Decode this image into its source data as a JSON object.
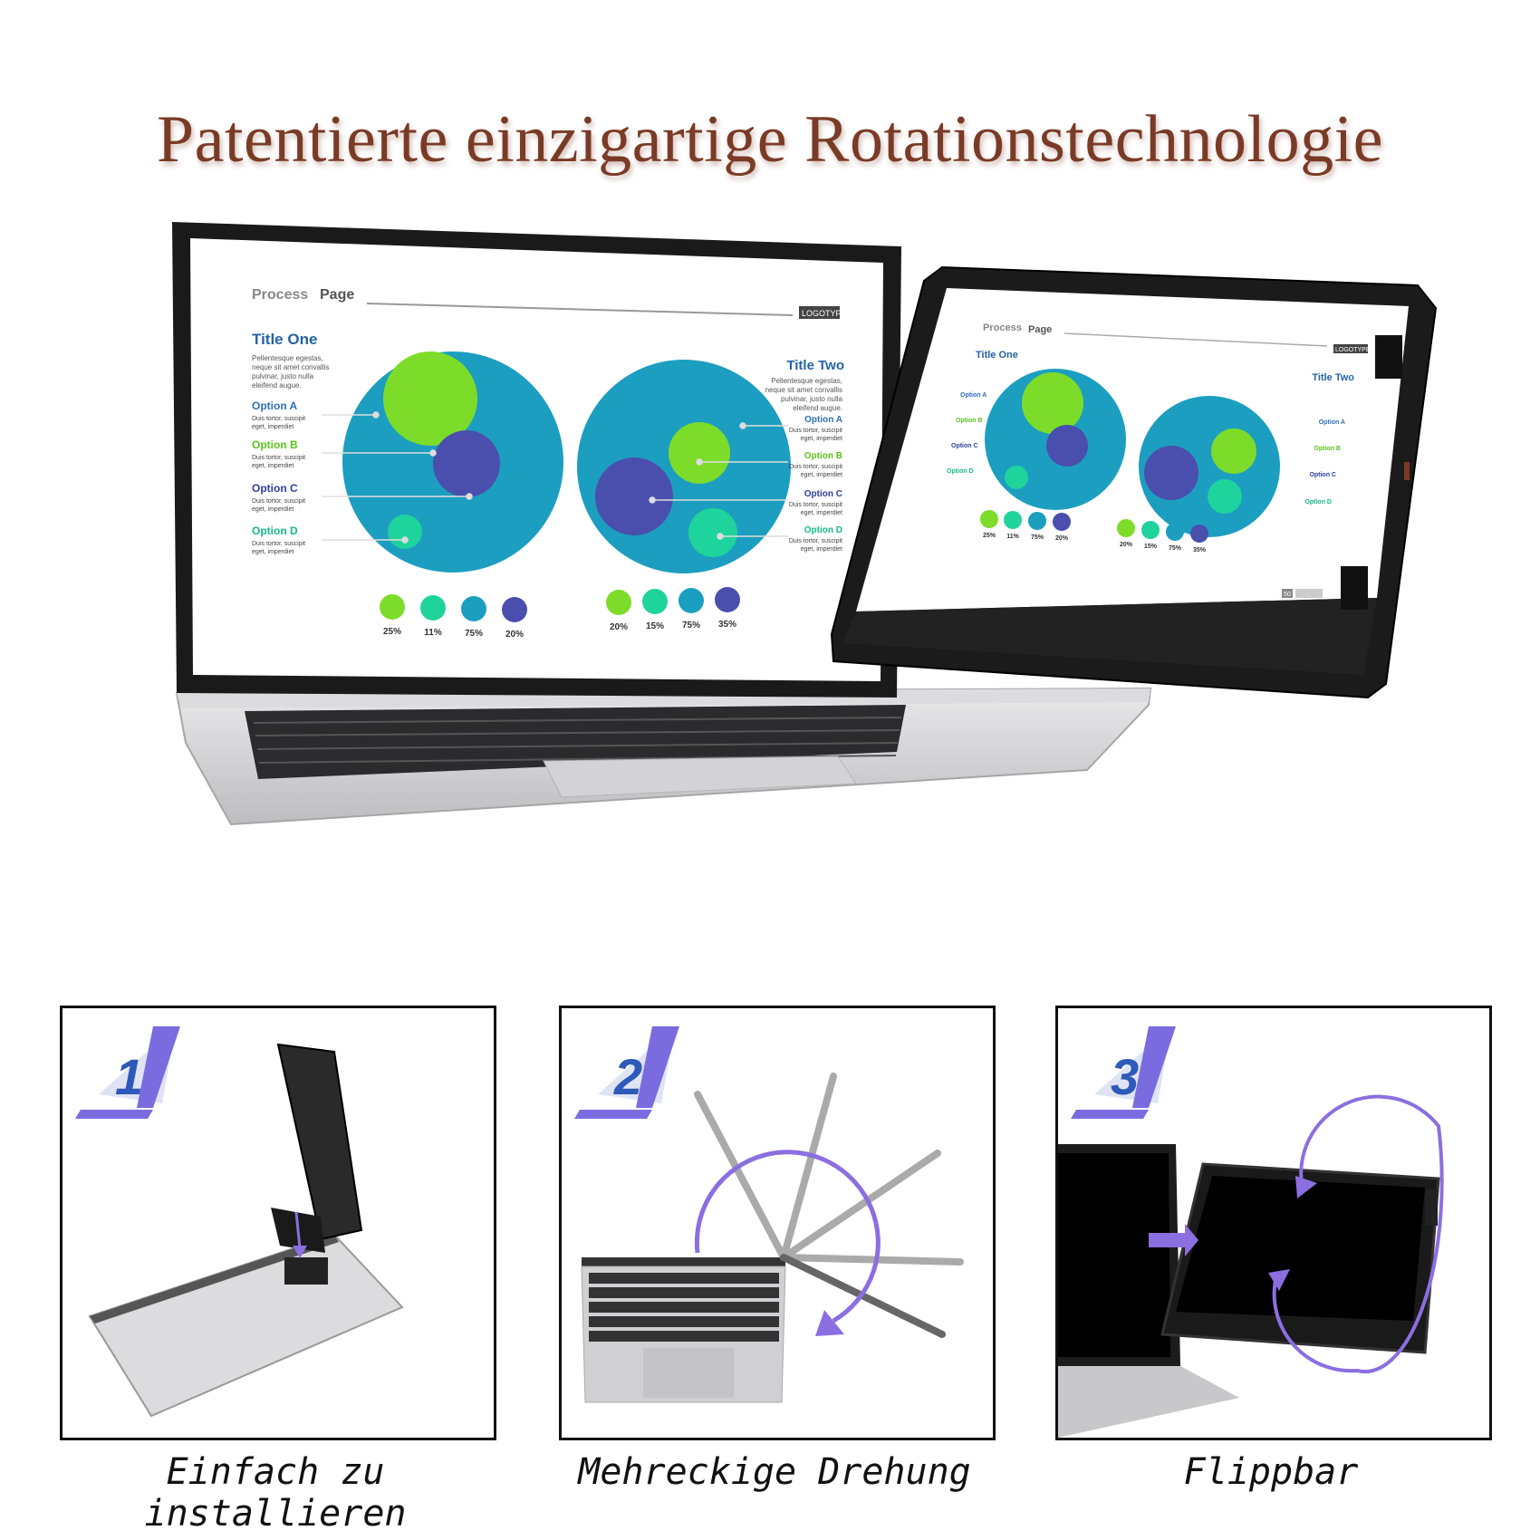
{
  "headline": "Patentierte einzigartige Rotationstechnologie",
  "slide": {
    "page_label_a": "Process",
    "page_label_b": "Page",
    "logotype": "LOGOTYPE",
    "page_number": "50",
    "title_one": "Title One",
    "title_two": "Title Two",
    "body_lines": [
      "Pellentesque egestas,",
      "neque sit amet convallis",
      "pulvinar, justo nulla",
      "eleifend augue."
    ],
    "options": [
      {
        "label": "Option A",
        "color": "#2d6fb5"
      },
      {
        "label": "Option B",
        "color": "#5cc21f"
      },
      {
        "label": "Option C",
        "color": "#2d3f9c"
      },
      {
        "label": "Option D",
        "color": "#16b88a"
      }
    ],
    "option_text_lines": [
      "Duis tortor, suscipit",
      "eget, imperdiet"
    ],
    "left_percents": [
      "25%",
      "11%",
      "75%",
      "20%"
    ],
    "right_percents": [
      "20%",
      "15%",
      "75%",
      "35%"
    ],
    "colors": {
      "teal": "#1c9ec0",
      "green": "#7ddc2a",
      "indigo": "#4a4fae",
      "mint": "#1fd39c",
      "title": "#2563a6"
    }
  },
  "steps": [
    {
      "number": "1",
      "caption": "Einfach zu installieren"
    },
    {
      "number": "2",
      "caption": "Mehreckige Drehung"
    },
    {
      "number": "3",
      "caption": "Flippbar"
    }
  ],
  "accent": "#8b6fe0"
}
